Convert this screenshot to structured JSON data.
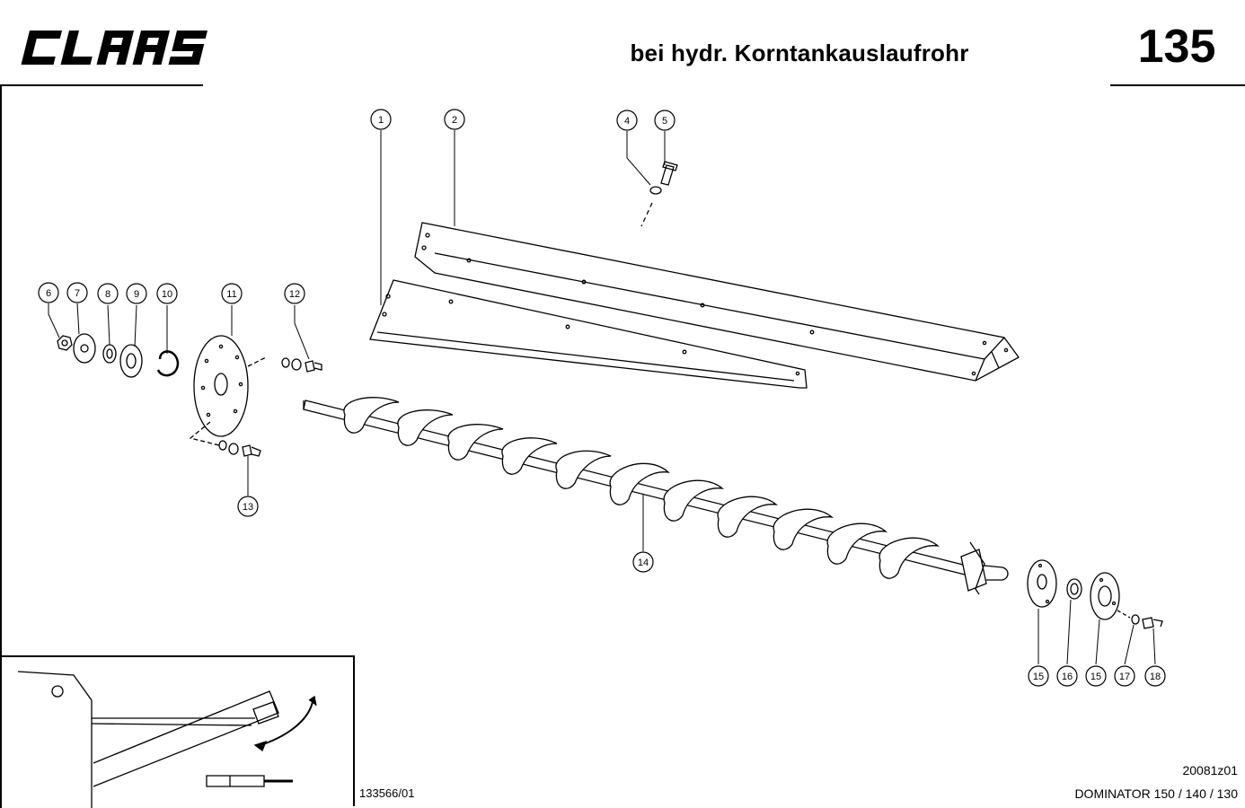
{
  "header": {
    "brand": "CLAAS",
    "title": "bei hydr. Korntankauslaufrohr",
    "page_number": "135"
  },
  "callouts": [
    {
      "label": "1"
    },
    {
      "label": "2"
    },
    {
      "label": "4"
    },
    {
      "label": "5"
    },
    {
      "label": "6"
    },
    {
      "label": "7"
    },
    {
      "label": "8"
    },
    {
      "label": "9"
    },
    {
      "label": "10"
    },
    {
      "label": "11"
    },
    {
      "label": "12"
    },
    {
      "label": "13"
    },
    {
      "label": "14"
    },
    {
      "label": "15"
    },
    {
      "label": "16"
    },
    {
      "label": "15"
    },
    {
      "label": "17"
    },
    {
      "label": "18"
    }
  ],
  "footer": {
    "drawing_number": "133566/01",
    "image_code": "20081z01",
    "model": "DOMINATOR 150 / 140 / 130"
  }
}
